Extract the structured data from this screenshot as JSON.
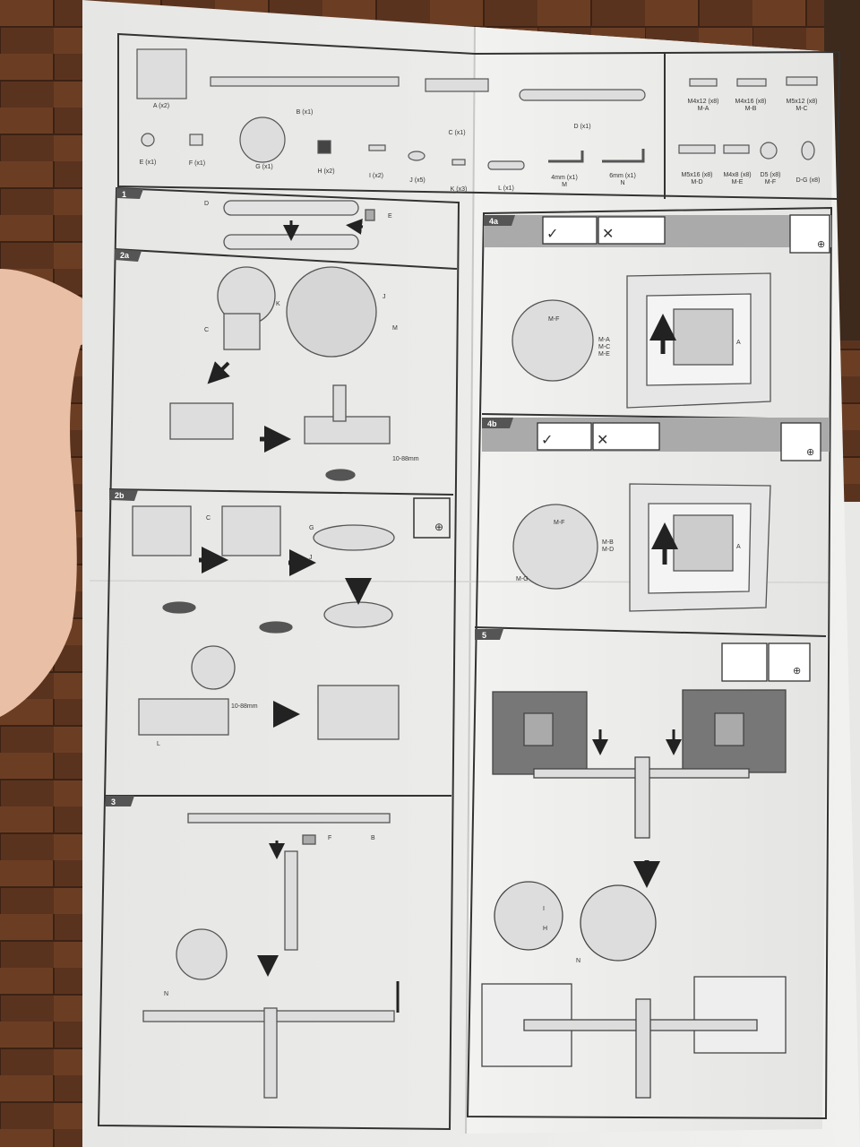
{
  "parts": {
    "A": "A (x2)",
    "B": "B (x1)",
    "C": "C (x1)",
    "D": "D (x1)",
    "E": "E (x1)",
    "F": "F (x1)",
    "G": "G (x1)",
    "H": "H (x2)",
    "I": "I (x2)",
    "J": "J (x5)",
    "K": "K (x3)",
    "L": "L (x1)",
    "M": "4mm (x1)",
    "M_letter": "M",
    "N": "6mm (x1)",
    "N_letter": "N"
  },
  "screws": {
    "MA": "M4x12 (x8)",
    "MA_letter": "M-A",
    "MB": "M4x16 (x8)",
    "MB_letter": "M-B",
    "MC": "M5x12 (x8)",
    "MC_letter": "M-C",
    "MD": "M5x16 (x8)",
    "MD_letter": "M-D",
    "ME": "M4x8 (x8)",
    "ME_letter": "M-E",
    "MF": "D5 (x8)",
    "MF_letter": "M-F",
    "MG": "D-G (x8)"
  },
  "steps": {
    "s1": "1",
    "s2a": "2a",
    "s2b": "2b",
    "s3": "3",
    "s4a": "4a",
    "s4b": "4b",
    "s5": "5"
  },
  "callouts": {
    "D": "D",
    "E": "E",
    "C": "C",
    "J": "J",
    "K": "K",
    "M": "M",
    "G": "G",
    "L": "L",
    "F": "F",
    "B": "B",
    "N": "N",
    "H": "H",
    "I": "I",
    "A": "A",
    "MF": "M-F",
    "MA": "M-A",
    "MC": "M-C",
    "ME": "M-E",
    "MB": "M-B",
    "MD": "M-D",
    "MG": "M-G",
    "range1": "10-88mm",
    "range2": "10-88mm"
  },
  "icons": {
    "check": "✓",
    "cross": "✕",
    "plus": "⊕"
  }
}
